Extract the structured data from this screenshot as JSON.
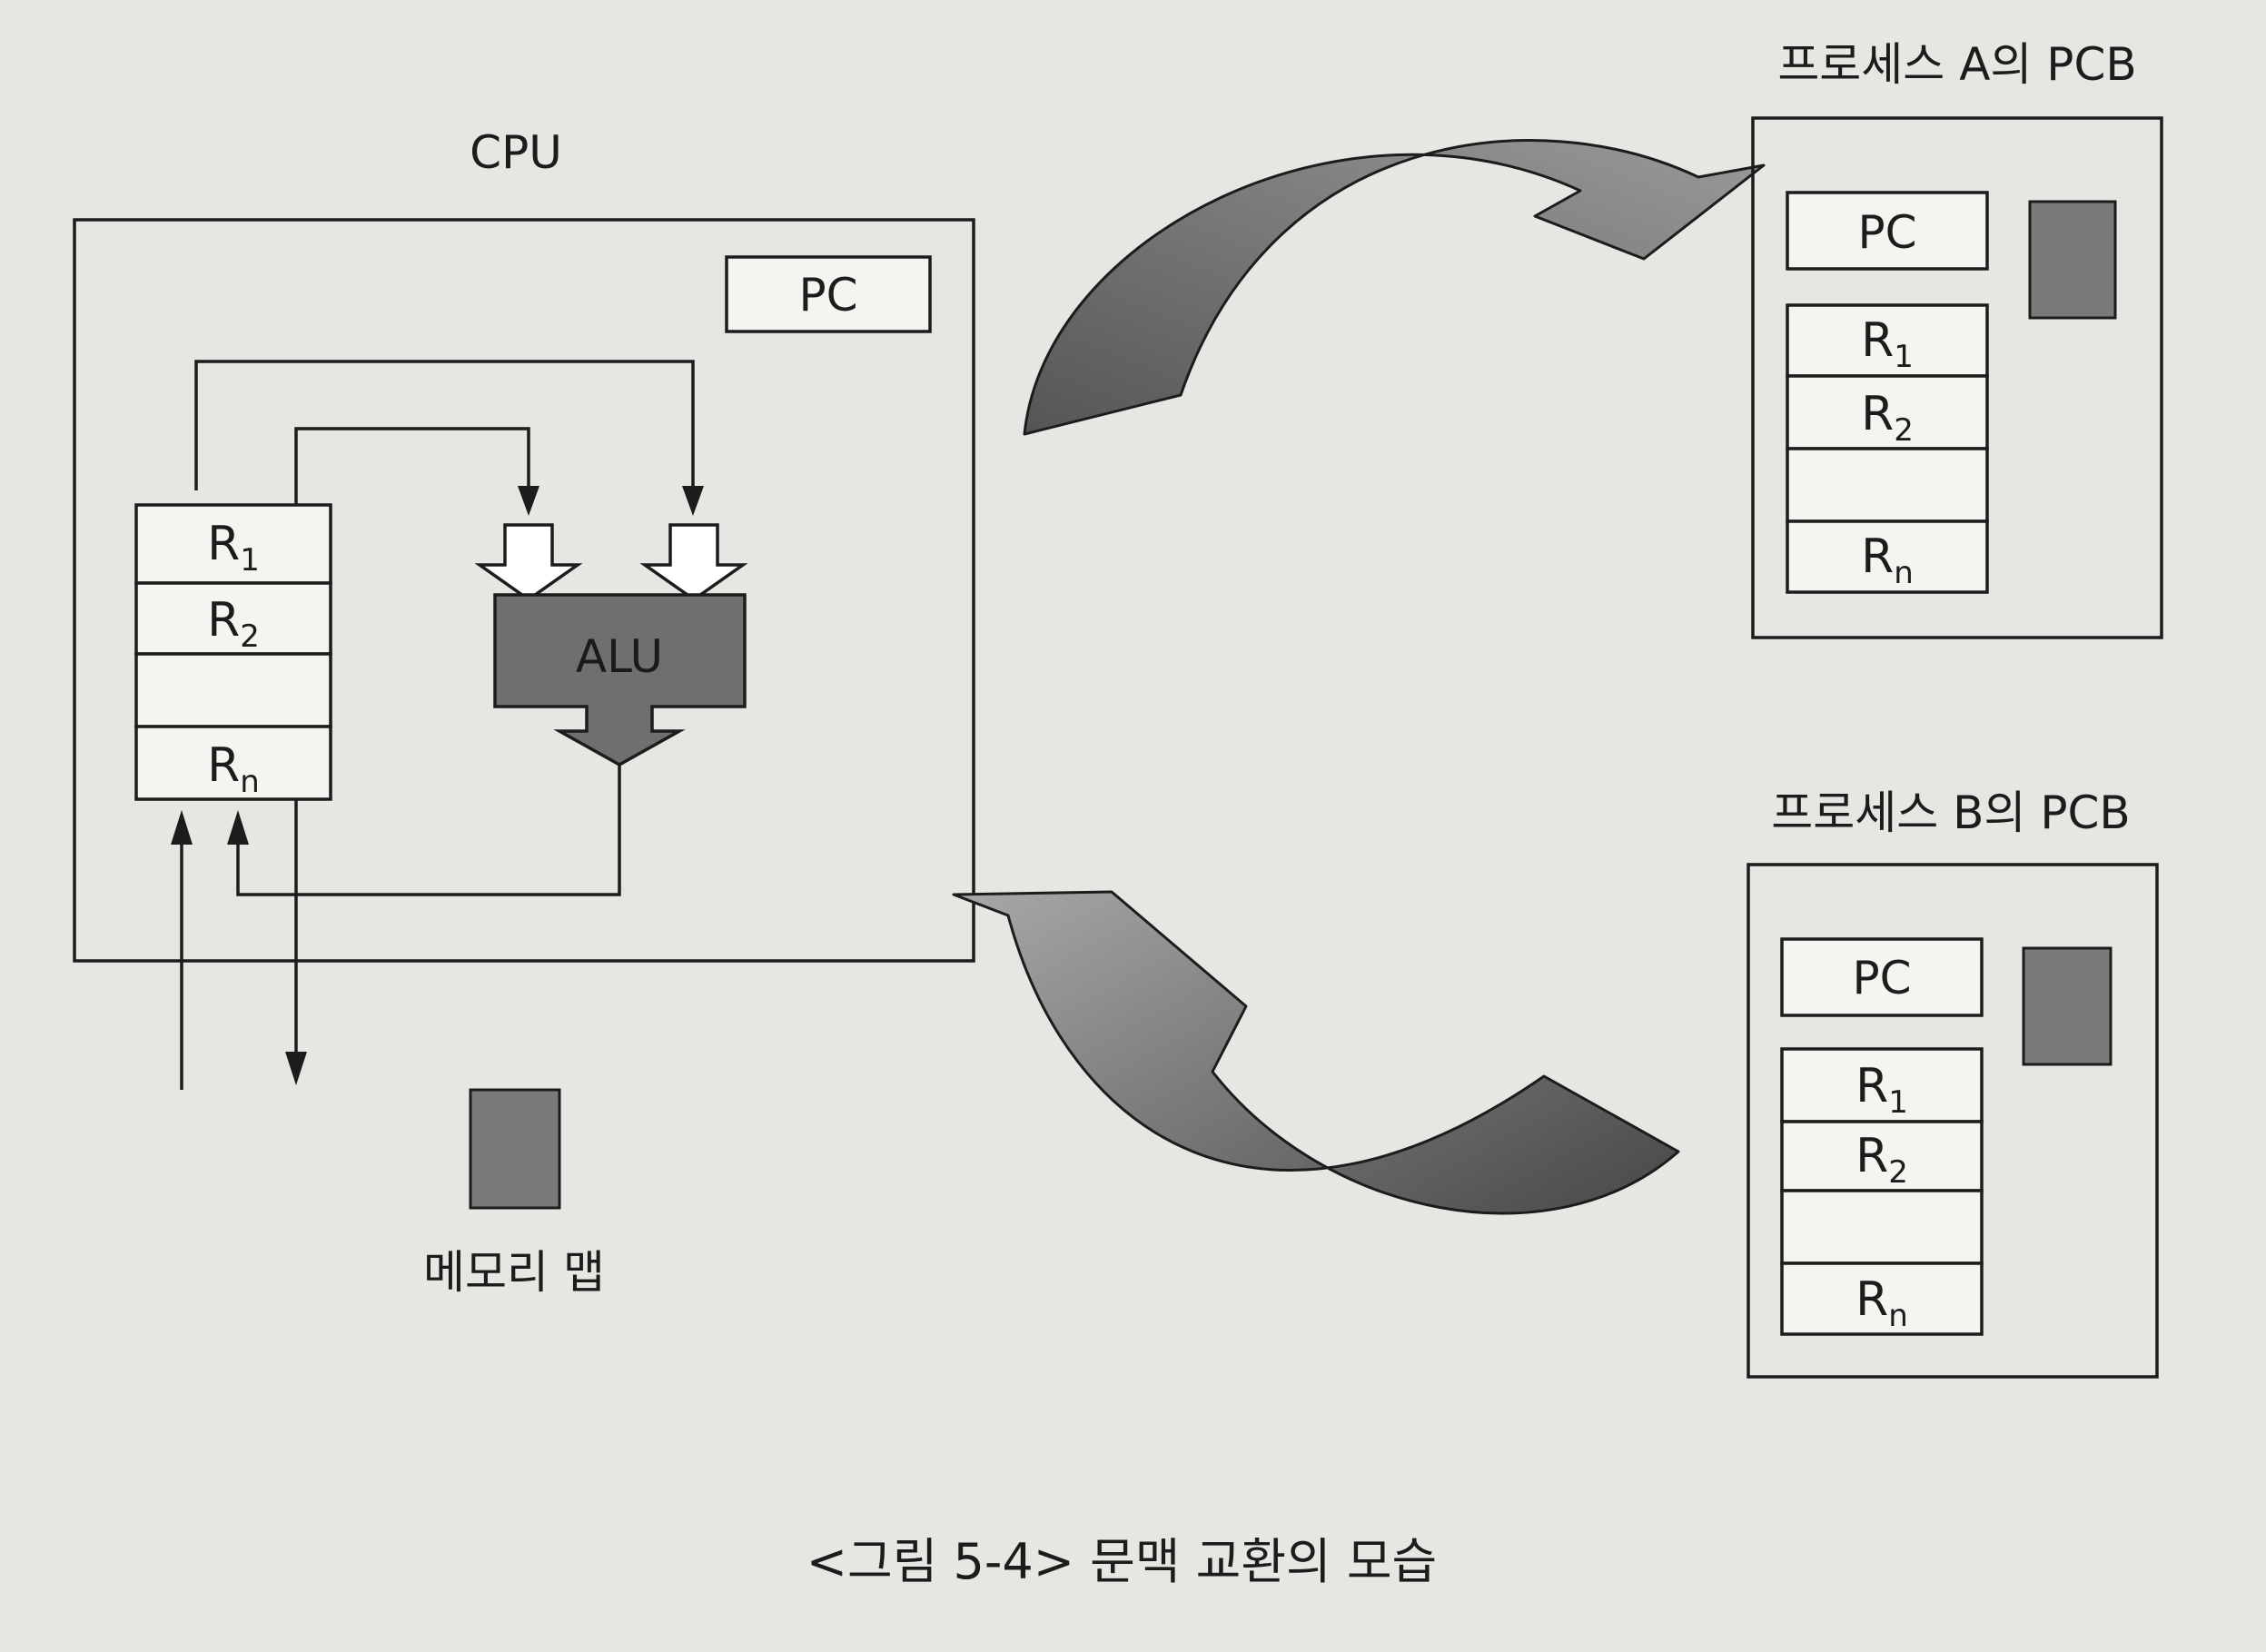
{
  "cpu": {
    "title": "CPU",
    "pc_label": "PC",
    "alu_label": "ALU",
    "registers": [
      {
        "main": "R",
        "sub": "1"
      },
      {
        "main": "R",
        "sub": "2"
      },
      {
        "main": "",
        "sub": ""
      },
      {
        "main": "R",
        "sub": "n"
      }
    ]
  },
  "memory_map": {
    "label": "메모리 맵"
  },
  "pcb_a": {
    "title": "프로세스 A의 PCB",
    "pc_label": "PC",
    "registers": [
      {
        "main": "R",
        "sub": "1"
      },
      {
        "main": "R",
        "sub": "2"
      },
      {
        "main": "",
        "sub": ""
      },
      {
        "main": "R",
        "sub": "n"
      }
    ]
  },
  "pcb_b": {
    "title": "프로세스 B의 PCB",
    "pc_label": "PC",
    "registers": [
      {
        "main": "R",
        "sub": "1"
      },
      {
        "main": "R",
        "sub": "2"
      },
      {
        "main": "",
        "sub": ""
      },
      {
        "main": "R",
        "sub": "n"
      }
    ]
  },
  "caption": "<그림 5-4> 문맥 교환의 모습",
  "colors": {
    "paper": "#e6e6e2",
    "alu_fill": "#6f6f6f",
    "block_fill": "#7a7a7a",
    "arrow_top_fill": "#7d7d7d",
    "arrow_bottom_fill": "#6a6a6a"
  }
}
